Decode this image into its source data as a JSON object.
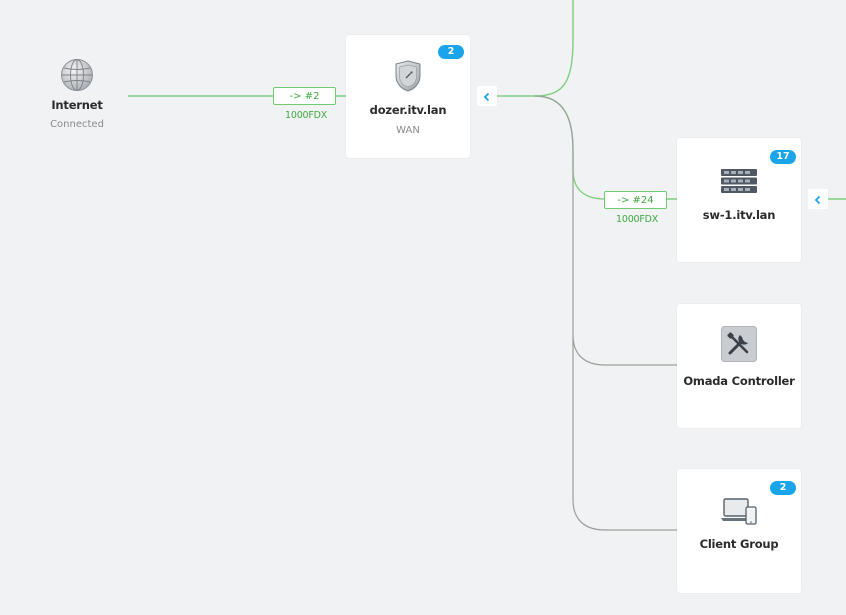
{
  "internet": {
    "label": "Internet",
    "status": "Connected"
  },
  "gateway": {
    "name": "dozer.itv.lan",
    "sub": "WAN",
    "badge": "2",
    "port": "-> #2",
    "speed": "1000FDX"
  },
  "switch": {
    "name": "sw-1.itv.lan",
    "badge": "17",
    "port": "-> #24",
    "speed": "1000FDX"
  },
  "controller": {
    "name": "Omada Controller"
  },
  "clients": {
    "name": "Client Group",
    "badge": "2"
  },
  "colors": {
    "link_active": "#7dcf7e",
    "link_inactive": "#9aa19b",
    "badge": "#1aa4ea",
    "expand_icon": "#1aa4ea"
  }
}
